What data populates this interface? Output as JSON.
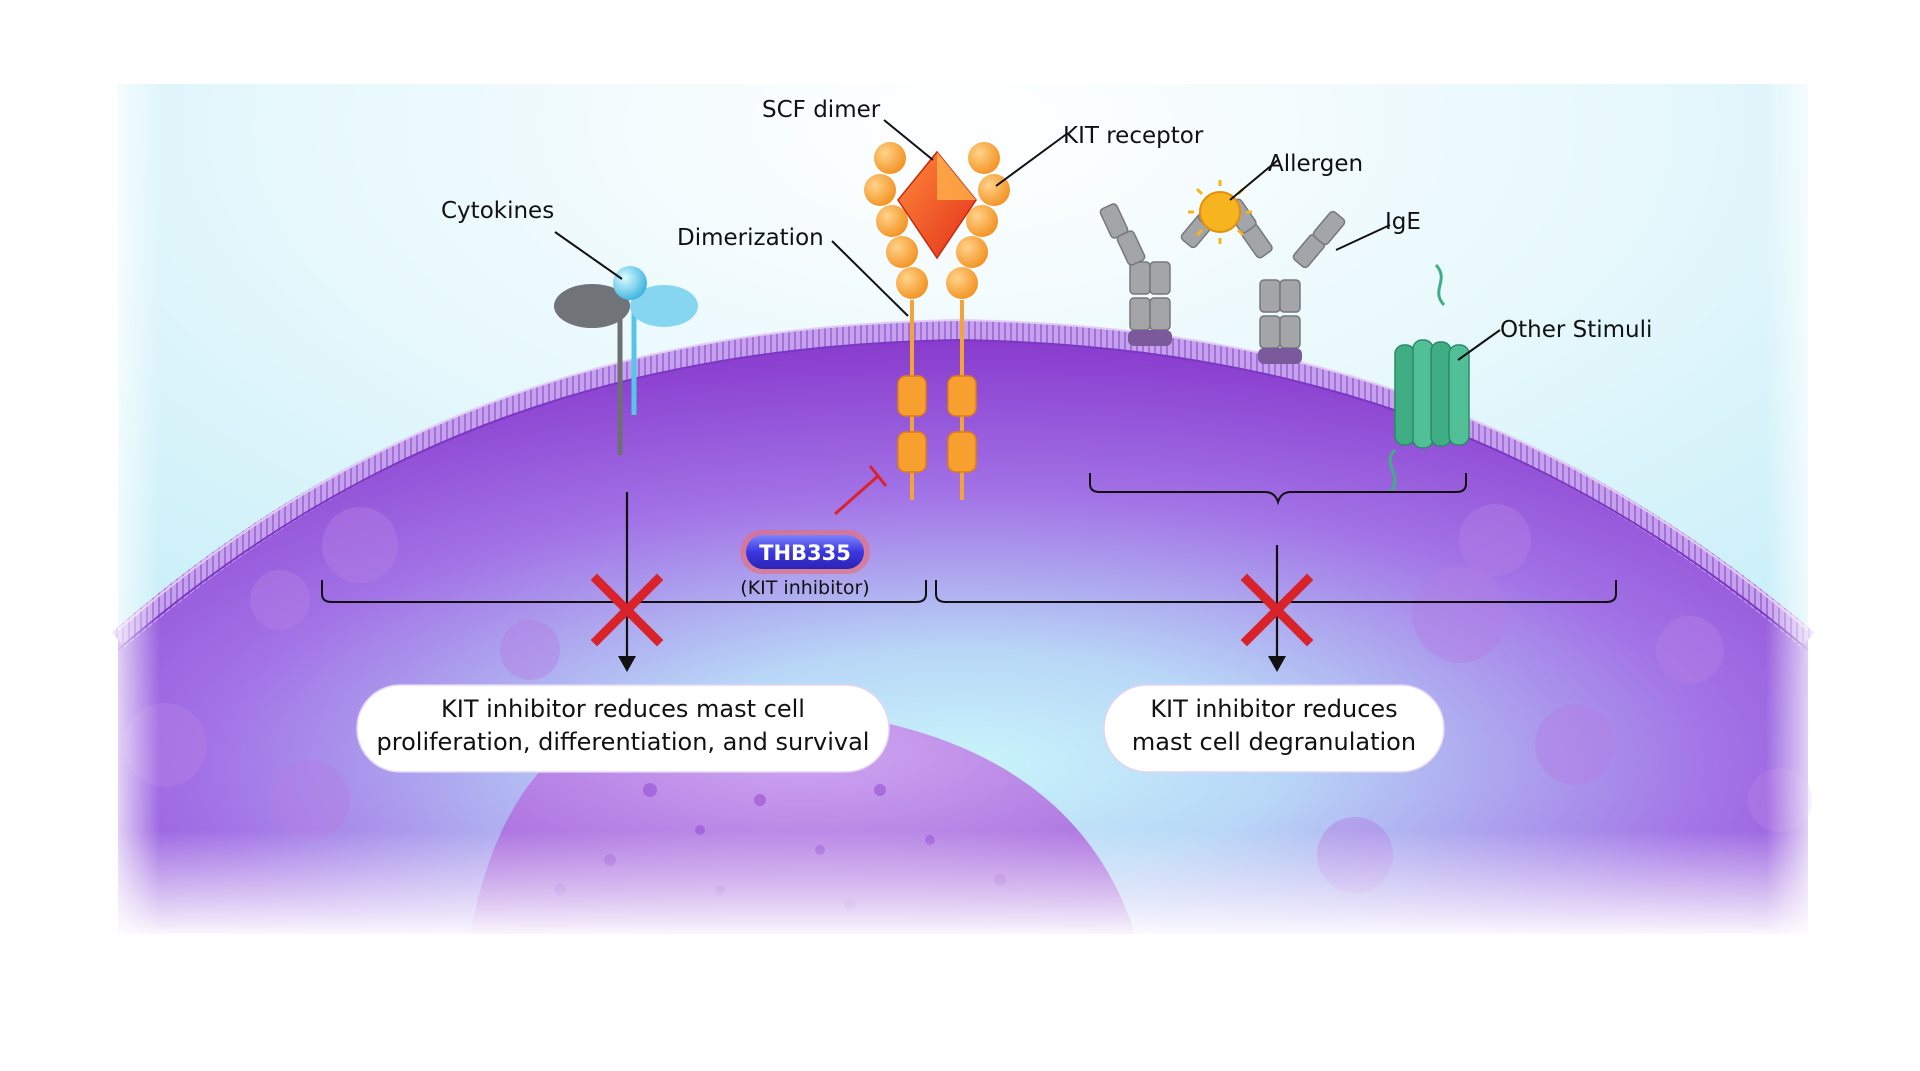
{
  "labels": {
    "scf_dimer": "SCF dimer",
    "kit_receptor": "KIT receptor",
    "allergen": "Allergen",
    "cytokines": "Cytokines",
    "dimerization": "Dimerization",
    "ige": "IgE",
    "other_stimuli": "Other Stimuli"
  },
  "inhibitor": {
    "name": "THB335",
    "subtitle": "(KIT inhibitor)"
  },
  "outcomes": {
    "left": {
      "line1": "KIT inhibitor reduces mast cell",
      "line2": "proliferation, differentiation, and survival"
    },
    "right": {
      "line1": "KIT inhibitor reduces",
      "line2": "mast cell degranulation"
    }
  },
  "colors": {
    "extracellular": "#c9f0f9",
    "cytoplasm": "#8b3fd6",
    "membrane": "#b98ae6",
    "kit": "#f6a02e",
    "scf": "#ef4a1f",
    "pill": "#3b37e0",
    "block_x": "#d9232b",
    "gpcr": "#3fae85",
    "ige": "#9a9a9a",
    "allergen": "#f6b51f"
  }
}
